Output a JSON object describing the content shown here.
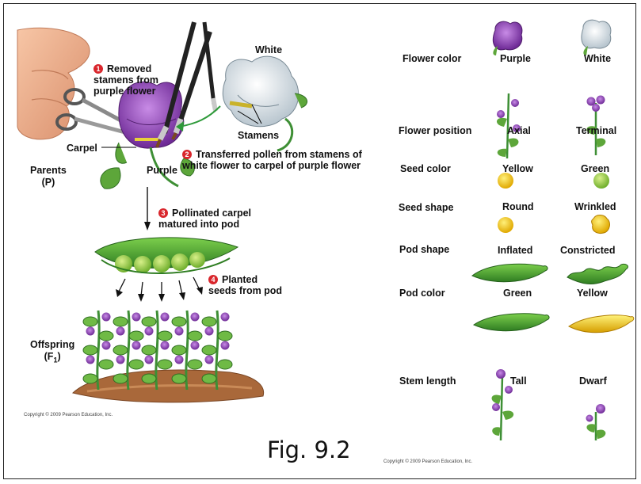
{
  "left": {
    "parents_label": "Parents",
    "parents_sub": "(P)",
    "white_label": "White",
    "purple_label": "Purple",
    "carpel_label": "Carpel",
    "stamens_label": "Stamens",
    "offspring_label": "Offspring",
    "offspring_sub": "(F",
    "offspring_sub_index": "1",
    "offspring_sub_end": ")",
    "steps": [
      {
        "num": "1",
        "text": "Removed stamens from purple flower"
      },
      {
        "num": "2",
        "text": "Transferred pollen from stamens of white flower to carpel of purple flower"
      },
      {
        "num": "3",
        "text": "Pollinated carpel matured into pod"
      },
      {
        "num": "4",
        "text": "Planted seeds from pod"
      }
    ],
    "copyright": "Copyright © 2009 Pearson Education, Inc."
  },
  "right": {
    "traits": [
      {
        "trait": "Flower color",
        "dominant": "Purple",
        "recessive": "White"
      },
      {
        "trait": "Flower position",
        "dominant": "Axial",
        "recessive": "Terminal"
      },
      {
        "trait": "Seed color",
        "dominant": "Yellow",
        "recessive": "Green"
      },
      {
        "trait": "Seed shape",
        "dominant": "Round",
        "recessive": "Wrinkled"
      },
      {
        "trait": "Pod shape",
        "dominant": "Inflated",
        "recessive": "Constricted"
      },
      {
        "trait": "Pod color",
        "dominant": "Green",
        "recessive": "Yellow"
      },
      {
        "trait": "Stem length",
        "dominant": "Tall",
        "recessive": "Dwarf"
      }
    ],
    "copyright": "Copyright © 2009 Pearson Education, Inc."
  },
  "figure_caption": "Fig. 9.2",
  "colors": {
    "purple": "#8a3fb0",
    "purple_light": "#b77ad6",
    "pod_green": "#3f9a2f",
    "pea_green": "#9fd44a",
    "seed_yellow": "#f2c300",
    "stem_green": "#3e8f35",
    "marker_red": "#d9262c",
    "soil": "#a9683a"
  }
}
